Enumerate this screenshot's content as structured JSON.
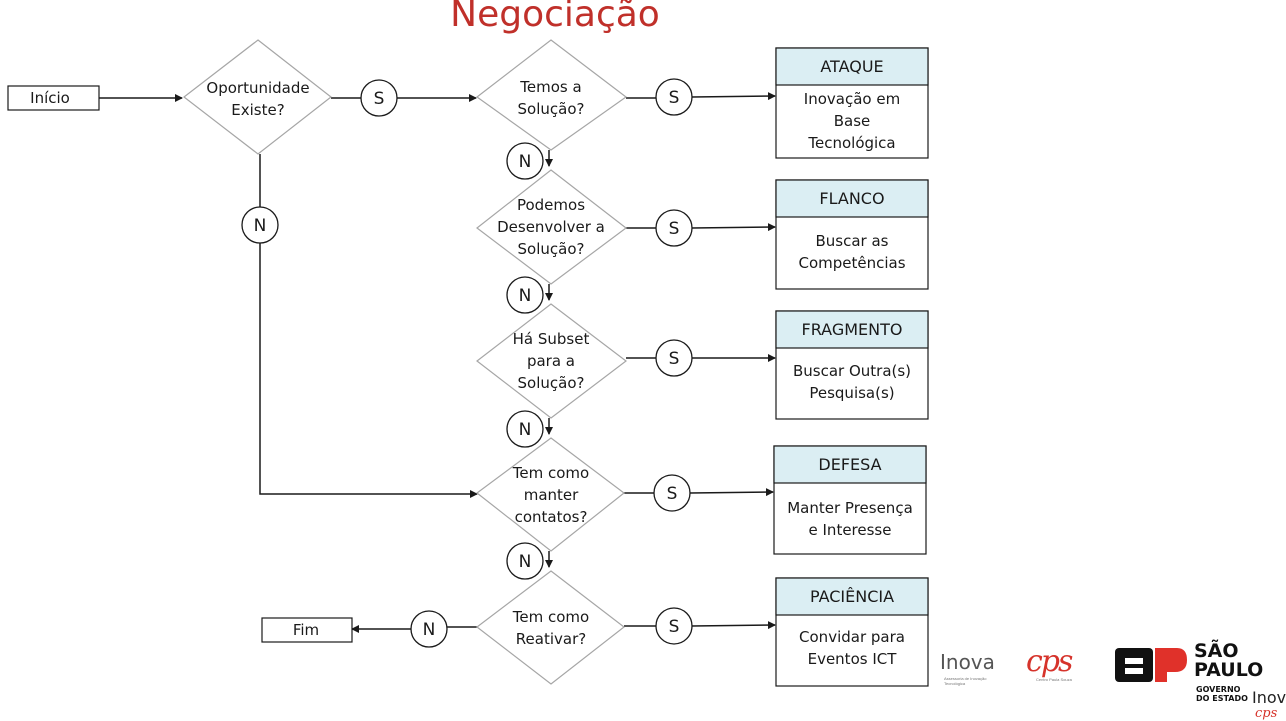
{
  "title": "Negociação",
  "start_label": "Início",
  "end_label": "Fim",
  "decisions": [
    {
      "lines": [
        "Oportunidade",
        "Existe?"
      ]
    },
    {
      "lines": [
        "Temos a",
        "Solução?"
      ]
    },
    {
      "lines": [
        "Podemos",
        "Desenvolver a",
        "Solução?"
      ]
    },
    {
      "lines": [
        "Há Subset",
        "para a",
        "Solução?"
      ]
    },
    {
      "lines": [
        "Tem como",
        "manter",
        "contatos?"
      ]
    },
    {
      "lines": [
        "Tem como",
        "Reativar?"
      ]
    }
  ],
  "yes_label": "S",
  "no_label": "N",
  "strategies": [
    {
      "header": "ATAQUE",
      "lines": [
        "Inovação em",
        "Base",
        "Tecnológica"
      ]
    },
    {
      "header": "FLANCO",
      "lines": [
        "Buscar as",
        "Competências"
      ]
    },
    {
      "header": "FRAGMENTO",
      "lines": [
        "Buscar Outra(s)",
        "Pesquisa(s)"
      ]
    },
    {
      "header": "DEFESA",
      "lines": [
        "Manter Presença",
        "e Interesse"
      ]
    },
    {
      "header": "PACIÊNCIA",
      "lines": [
        "Convidar para",
        "Eventos ICT"
      ]
    }
  ],
  "colors": {
    "title": "#c0302a",
    "header_fill": "#dbeef3",
    "line": "#1a1a1a",
    "diamond": "#a6a6a6"
  },
  "logos": {
    "inova": "Inova",
    "inova_sub": "Assessoria de Inovação Tecnológica",
    "cps": "cps",
    "cps_sub": "Centro Paula Souza",
    "sp_line1": "SÃO",
    "sp_line2": "PAULO",
    "gov_line1": "GOVERNO",
    "gov_line2": "DO ESTADO",
    "watermark": "Inova",
    "watermark2": "cps"
  }
}
